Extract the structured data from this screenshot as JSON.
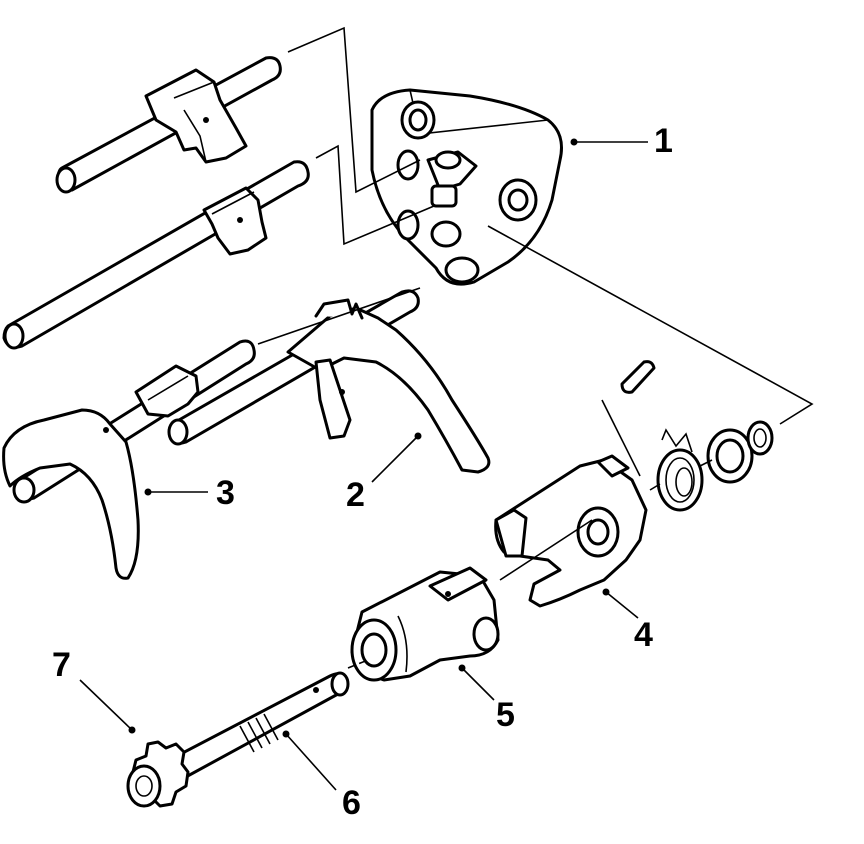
{
  "callouts": {
    "c1": "1",
    "c2": "2",
    "c3": "3",
    "c4": "4",
    "c5": "5",
    "c6": "6",
    "c7": "7"
  },
  "colors": {
    "line": "#000000",
    "background": "#ffffff",
    "shade": "#d6d6d6"
  },
  "icons": [
    "shift-rail",
    "shift-fork",
    "shift-housing",
    "interlock",
    "shift-shaft",
    "gear"
  ]
}
